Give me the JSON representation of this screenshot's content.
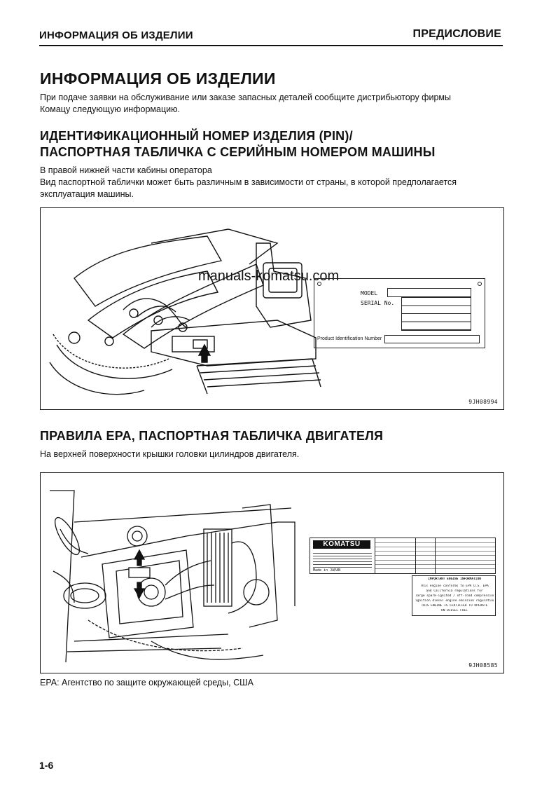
{
  "header": {
    "left": "ИНФОРМАЦИЯ ОБ ИЗДЕЛИИ",
    "right": "ПРЕДИСЛОВИЕ"
  },
  "title": "ИНФОРМАЦИЯ ОБ ИЗДЕЛИИ",
  "intro": [
    "При подаче заявки на обслуживание или заказе запасных деталей сообщите дистрибьютору фирмы",
    "Комацу следующую информацию."
  ],
  "section1": {
    "heading": [
      "ИДЕНТИФИКАЦИОННЫЙ НОМЕР ИЗДЕЛИЯ (PIN)/",
      "ПАСПОРТНАЯ ТАБЛИЧКА С СЕРИЙНЫМ НОМЕРОМ МАШИНЫ"
    ],
    "text": [
      "В правой нижней части кабины оператора",
      "Вид паспортной таблички может быть различным в зависимости от страны, в которой предполагается",
      "эксплуатация машины."
    ],
    "figure": {
      "watermark": "manuals-komatsu.com",
      "plate": {
        "model": "MODEL",
        "serial": "SERIAL No.",
        "pin": "Product Identification Number"
      },
      "code": "9JH08994"
    }
  },
  "section2": {
    "heading": "ПРАВИЛА EPA, ПАСПОРТНАЯ ТАБЛИЧКА ДВИГАТЕЛЯ",
    "text": "На верхней поверхности крышки головки цилиндров двигателя.",
    "figure": {
      "code": "9JH08585",
      "plate": {
        "brand": "KOMATSU",
        "made_in": "Made in JAPAN",
        "important_title": "IMPORTANT ENGINE INFORMATION",
        "important_lines": [
          "This engine conforms to EPA U.S. EPA",
          "and California regulations for",
          "large spark-ignited / off-road compression",
          "ignition diesel engine emission regulations",
          "THIS ENGINE IS CERTIFIED TO OPERATE",
          "ON DIESEL FUEL"
        ]
      }
    },
    "footnote": "EPA: Агентство по защите окружающей среды, США"
  },
  "page_number": "1-6"
}
